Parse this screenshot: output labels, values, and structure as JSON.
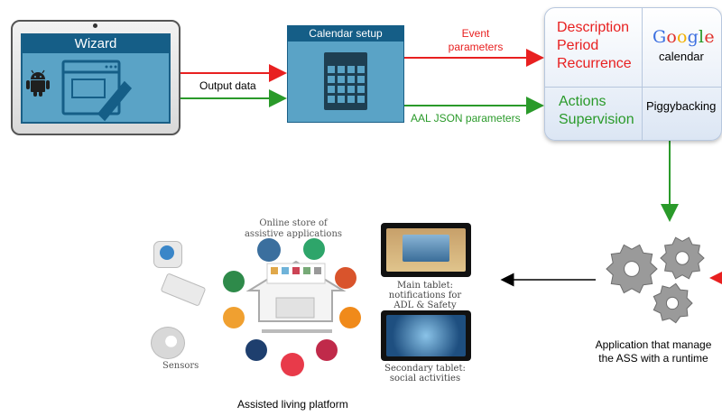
{
  "wizard": {
    "title": "Wizard"
  },
  "output_data_label": "Output data",
  "calendar_setup": {
    "title": "Calendar setup"
  },
  "event_parameters_label": "Event\nparameters",
  "aal_json_label": "AAL JSON parameters",
  "panel": {
    "red_items": [
      "Description",
      "Period",
      "Recurrence"
    ],
    "green_items": [
      "Actions",
      "Supervision"
    ],
    "google_logo": [
      "G",
      "o",
      "o",
      "g",
      "l",
      "e"
    ],
    "google_sub": "calendar",
    "piggybacking": "Piggybacking"
  },
  "runtime_label": "Application that manage\nthe ASS with a runtime",
  "platform": {
    "store_label": "Online store of\nassistive applications",
    "main_tablet_label": "Main tablet:\nnotifications for\nADL & Safety",
    "secondary_tablet_label": "Secondary tablet:\nsocial activities",
    "sensors_label": "Sensors",
    "caption": "Assisted living platform"
  },
  "colors": {
    "red_arrow": "#e82020",
    "green_arrow": "#2a9a2a",
    "blue_dark": "#155e87",
    "blue_light": "#5aa3c6"
  }
}
